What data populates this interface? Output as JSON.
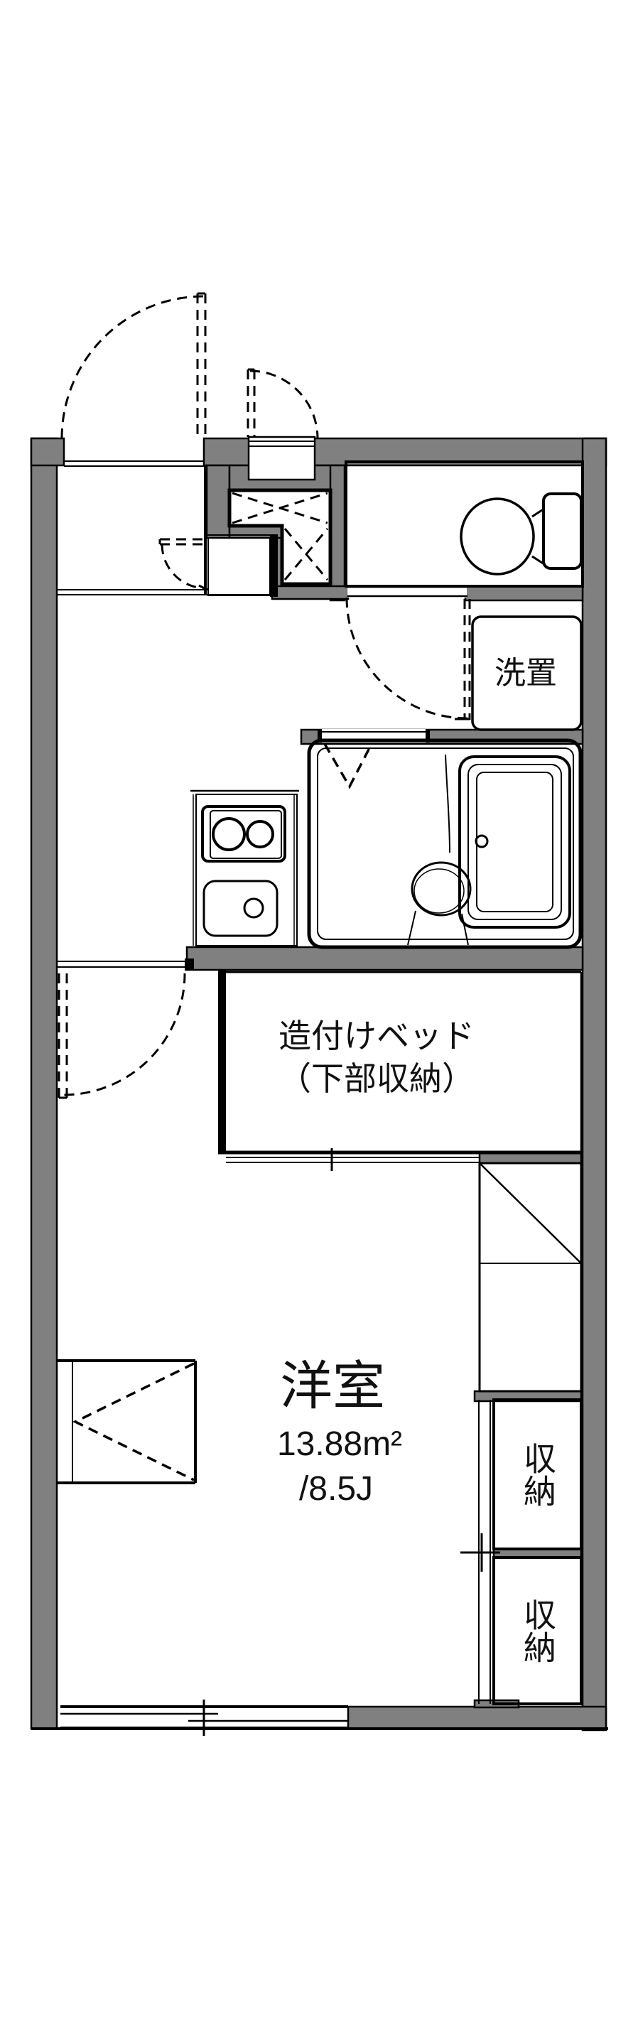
{
  "floorplan": {
    "labels": {
      "washer": "洗置",
      "bed_line1": "造付けベッド",
      "bed_line2": "（下部収納）",
      "room": "洋室",
      "area_m2": "13.88m²",
      "area_tatami": "/8.5J",
      "storage_upper": "収納",
      "storage_lower": "収納"
    },
    "colors": {
      "wall_gray": "#808080",
      "fixture_blue": "#dce8f7",
      "storage_cream": "#fcf2df",
      "line_black": "#000000",
      "background": "#ffffff"
    }
  }
}
